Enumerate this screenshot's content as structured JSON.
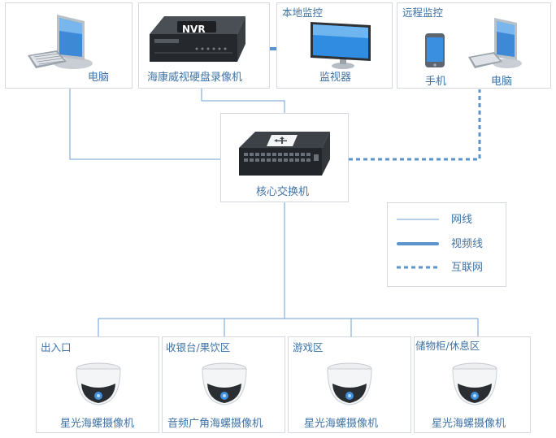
{
  "devices": {
    "pc_left": {
      "label": "电脑"
    },
    "nvr": {
      "label": "海康威视硬盘录像机",
      "badge": "NVR"
    },
    "local": {
      "title": "本地监控",
      "monitor_label": "监视器"
    },
    "remote": {
      "title": "远程监控",
      "phone_label": "手机",
      "pc_label": "电脑"
    },
    "switch": {
      "label": "核心交换机"
    }
  },
  "legend": {
    "items": [
      {
        "label": "网线",
        "style": "thin"
      },
      {
        "label": "视频线",
        "style": "thick"
      },
      {
        "label": "互联网",
        "style": "dashed"
      }
    ]
  },
  "cameras": [
    {
      "zone": "出入口",
      "label": "星光海螺摄像机"
    },
    {
      "zone": "收银台/果饮区",
      "label": "音频广角海螺摄像机"
    },
    {
      "zone": "游戏区",
      "label": "星光海螺摄像机"
    },
    {
      "zone": "储物柜/休息区",
      "label": "星光海螺摄像机"
    }
  ],
  "colors": {
    "line": "#6b9fd0",
    "accent": "#5b93cc",
    "border": "#d3d9df",
    "text": "#3f73a6"
  }
}
